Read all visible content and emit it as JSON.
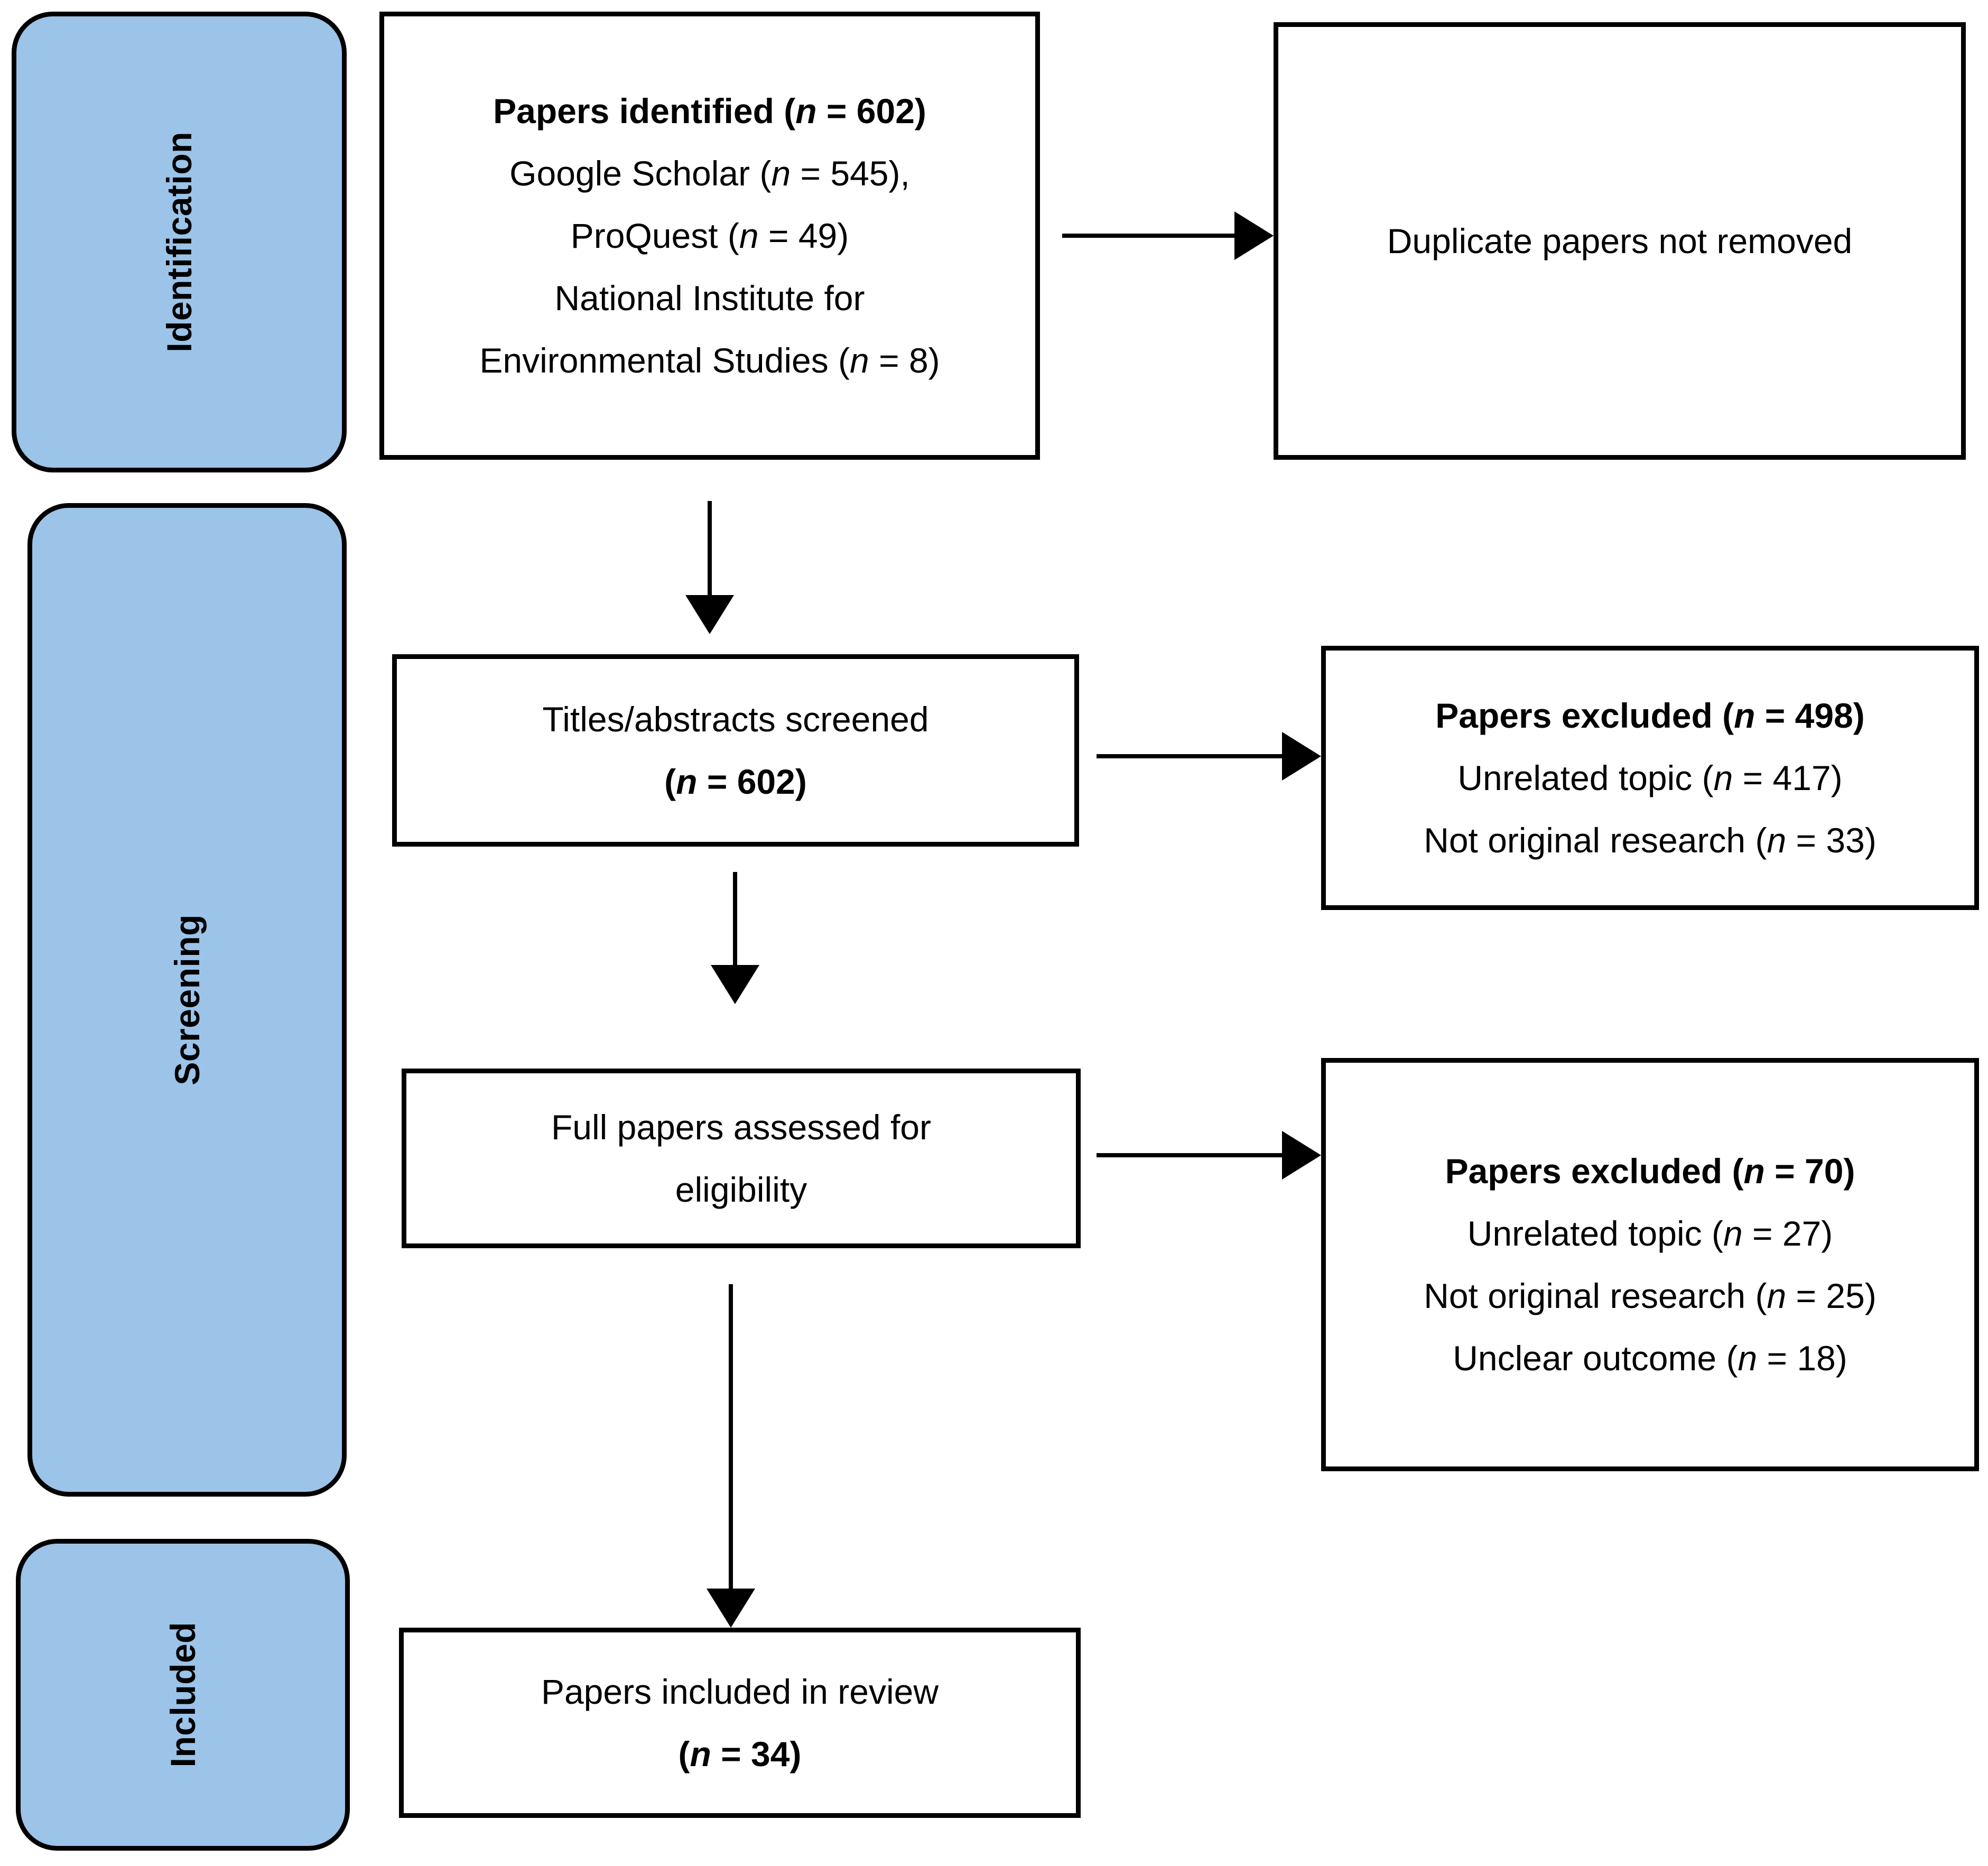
{
  "diagram": {
    "type": "prisma-flow-diagram",
    "accent_color": "#9cc3e8",
    "line_color": "#000000",
    "background_color": "#ffffff"
  },
  "stages": [
    {
      "id": "identification",
      "label": "Identification"
    },
    {
      "id": "screening",
      "label": "Screening"
    },
    {
      "id": "included",
      "label": "Included"
    }
  ],
  "boxes": {
    "identified": {
      "lines": [
        {
          "text": "Papers identified (",
          "n_italic": "n",
          "rest": " = 602)",
          "bold": true
        },
        {
          "text": "Google Scholar (",
          "n_italic": "n",
          "rest": " = 545),",
          "bold": false
        },
        {
          "text": "ProQuest (",
          "n_italic": "n",
          "rest": " = 49)",
          "bold": false
        },
        {
          "text": "National Institute for",
          "n_italic": "",
          "rest": "",
          "bold": false
        },
        {
          "text": "Environmental Studies (",
          "n_italic": "n",
          "rest": " = 8)",
          "bold": false
        }
      ]
    },
    "duplicates": {
      "lines": [
        {
          "text": "Duplicate papers not removed",
          "n_italic": "",
          "rest": "",
          "bold": false
        }
      ]
    },
    "screened": {
      "lines": [
        {
          "text": "Titles/abstracts screened",
          "n_italic": "",
          "rest": "",
          "bold": false
        },
        {
          "text": "(",
          "n_italic": "n",
          "rest": " = 602)",
          "bold": true
        }
      ]
    },
    "excluded_screening": {
      "lines": [
        {
          "text": "Papers excluded (",
          "n_italic": "n",
          "rest": " = 498)",
          "bold": true
        },
        {
          "text": "Unrelated topic (",
          "n_italic": "n",
          "rest": " = 417)",
          "bold": false
        },
        {
          "text": "Not original research (",
          "n_italic": "n",
          "rest": " = 33)",
          "bold": false
        }
      ]
    },
    "eligibility": {
      "lines": [
        {
          "text": "Full papers assessed for",
          "n_italic": "",
          "rest": "",
          "bold": false
        },
        {
          "text": "eligibility",
          "n_italic": "",
          "rest": "",
          "bold": false
        }
      ]
    },
    "excluded_eligibility": {
      "lines": [
        {
          "text": "Papers excluded (",
          "n_italic": "n",
          "rest": " = 70)",
          "bold": true
        },
        {
          "text": "Unrelated topic (",
          "n_italic": "n",
          "rest": " = 27)",
          "bold": false
        },
        {
          "text": "Not original research (",
          "n_italic": "n",
          "rest": " = 25)",
          "bold": false
        },
        {
          "text": "Unclear outcome (",
          "n_italic": "n",
          "rest": " = 18)",
          "bold": false
        }
      ]
    },
    "included": {
      "lines": [
        {
          "text": "Papers included in review",
          "n_italic": "",
          "rest": "",
          "bold": false
        },
        {
          "text": "(",
          "n_italic": "n",
          "rest": " = 34)",
          "bold": true
        }
      ]
    }
  },
  "counts": {
    "identified_total": 602,
    "google_scholar": 545,
    "proquest": 49,
    "nies": 8,
    "screened": 602,
    "excluded_screening_total": 498,
    "excluded_screening_unrelated": 417,
    "excluded_screening_not_original": 33,
    "excluded_eligibility_total": 70,
    "excluded_eligibility_unrelated": 27,
    "excluded_eligibility_not_original": 25,
    "excluded_eligibility_unclear": 18,
    "included_total": 34
  },
  "arrows": [
    {
      "id": "identified-to-duplicates",
      "direction": "right"
    },
    {
      "id": "identified-to-screened",
      "direction": "down"
    },
    {
      "id": "screened-to-excluded",
      "direction": "right"
    },
    {
      "id": "screened-to-eligibility",
      "direction": "down"
    },
    {
      "id": "eligibility-to-excluded",
      "direction": "right"
    },
    {
      "id": "eligibility-to-included",
      "direction": "down"
    }
  ]
}
